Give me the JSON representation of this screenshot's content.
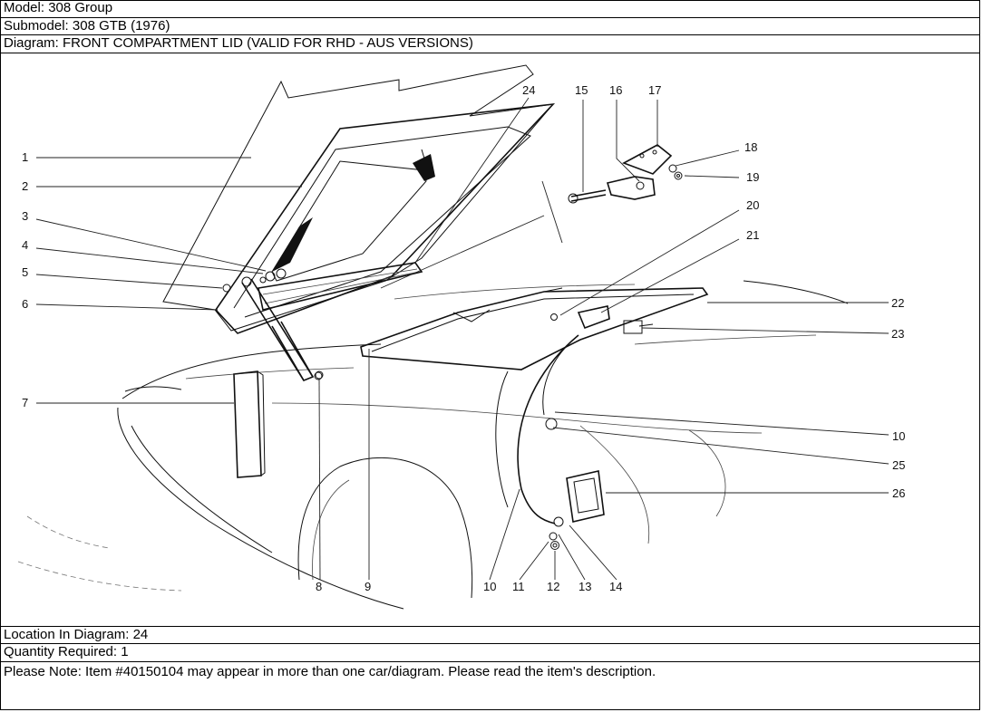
{
  "header": {
    "model": "Model: 308 Group",
    "submodel": "Submodel: 308 GTB (1976)",
    "diagram": "Diagram: FRONT COMPARTMENT LID (VALID FOR RHD - AUS VERSIONS)"
  },
  "footer": {
    "location": "Location In Diagram: 24",
    "quantity": "Quantity Required: 1",
    "note": "Please Note: Item #40150104 may appear in more than one car/diagram. Please read the item's description."
  },
  "callouts": {
    "c1": "1",
    "c2": "2",
    "c3": "3",
    "c4": "4",
    "c5": "5",
    "c6": "6",
    "c7": "7",
    "c8": "8",
    "c9": "9",
    "c10a": "10",
    "c10b": "10",
    "c11": "11",
    "c12": "12",
    "c13": "13",
    "c14": "14",
    "c15": "15",
    "c16": "16",
    "c17": "17",
    "c18": "18",
    "c19": "19",
    "c20": "20",
    "c21": "21",
    "c22": "22",
    "c23": "23",
    "c24": "24",
    "c25": "25",
    "c26": "26"
  }
}
